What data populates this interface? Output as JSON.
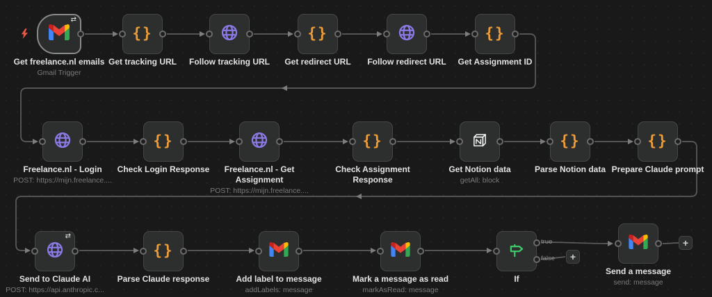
{
  "app": {
    "name": "workflow canvas"
  },
  "colors": {
    "background": "#191919",
    "node_fill": "#2d2e2e",
    "node_border": "#454647",
    "trigger_border": "#8a8a8a",
    "wire": "#5c5c5c",
    "code_icon": "#ee9d37",
    "http_icon": "#8b7ae6",
    "if_icon": "#3fcd6a",
    "notion_icon": "#f2f2f2",
    "lightning_icon": "#e8574a",
    "title_text": "#e3e3e3",
    "subtitle_text": "#7b7b7b"
  },
  "icons": {
    "sync_glyph": "⇄",
    "plus_glyph": "+",
    "code_glyph": "{}"
  },
  "branch_labels": {
    "true_label": "true",
    "false_label": "false"
  },
  "nodes": [
    {
      "label": "Get freelance.nl emails",
      "sublabel": "Gmail Trigger",
      "icon": "gmail",
      "kind": "trigger"
    },
    {
      "label": "Get tracking URL",
      "icon": "code"
    },
    {
      "label": "Follow tracking URL",
      "icon": "http"
    },
    {
      "label": "Get redirect URL",
      "icon": "code"
    },
    {
      "label": "Follow redirect URL",
      "icon": "http"
    },
    {
      "label": "Get Assignment ID",
      "icon": "code"
    },
    {
      "label": "Freelance.nl - Login",
      "sublabel": "POST: https://mijn.freelance....",
      "icon": "http"
    },
    {
      "label": "Check Login Response",
      "icon": "code"
    },
    {
      "label": "Freelance.nl - Get Assignment",
      "sublabel": "POST: https://mijn.freelance....",
      "icon": "http"
    },
    {
      "label": "Check Assignment Response",
      "icon": "code"
    },
    {
      "label": "Get Notion data",
      "sublabel": "getAll: block",
      "icon": "notion"
    },
    {
      "label": "Parse Notion data",
      "icon": "code"
    },
    {
      "label": "Prepare Claude prompt",
      "icon": "code"
    },
    {
      "label": "Send to Claude AI",
      "sublabel": "POST: https://api.anthropic.c...",
      "icon": "http"
    },
    {
      "label": "Parse Claude response",
      "icon": "code"
    },
    {
      "label": "Add label to message",
      "sublabel": "addLabels: message",
      "icon": "gmail"
    },
    {
      "label": "Mark a message as read",
      "sublabel": "markAsRead: message",
      "icon": "gmail"
    },
    {
      "label": "If",
      "icon": "if"
    },
    {
      "label": "Send a message",
      "sublabel": "send: message",
      "icon": "gmail"
    }
  ]
}
